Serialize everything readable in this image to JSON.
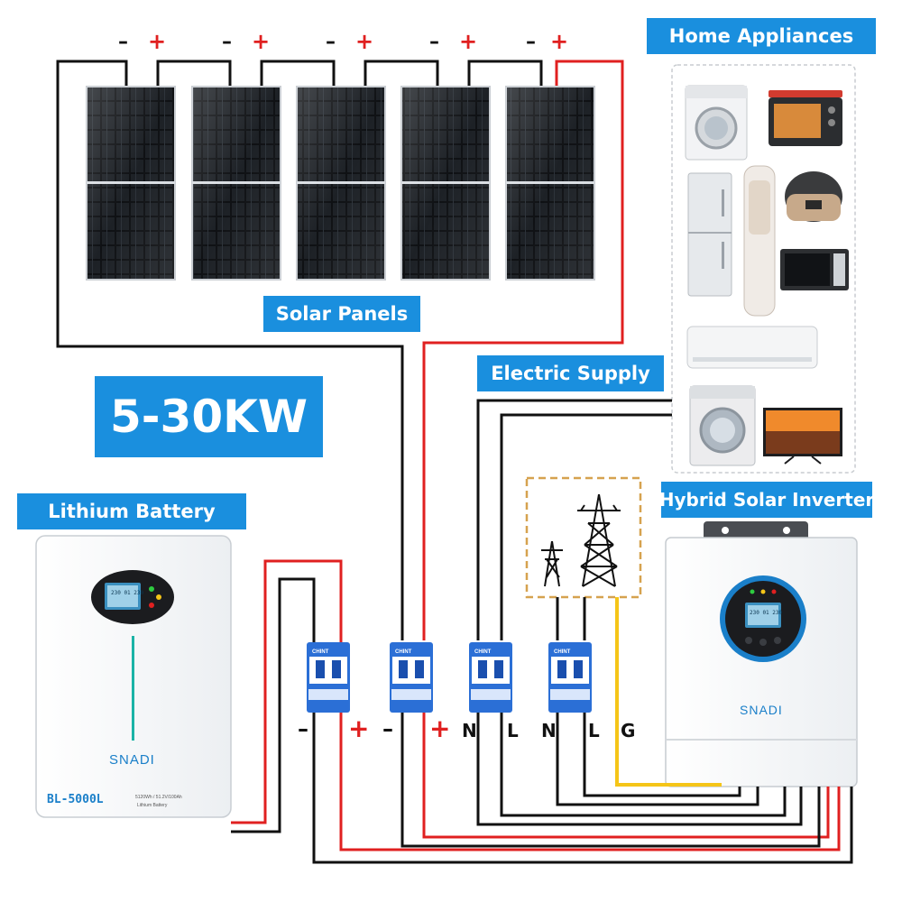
{
  "labels": {
    "solar_panels": "Solar Panels",
    "home_appliances": "Home Appliances",
    "electric_supply": "Electric Supply",
    "power_range": "5-30KW",
    "lithium_battery": "Lithium Battery",
    "hybrid_inverter": "Hybrid Solar Inverter"
  },
  "panel_terminals": {
    "minus": "–",
    "plus": "+"
  },
  "breaker_terminals": {
    "battery_minus": "–",
    "battery_plus": "+",
    "pv_minus": "–",
    "pv_plus": "+",
    "ac_in_n": "N",
    "ac_in_l": "L",
    "ac_out_n": "N",
    "ac_out_l": "L",
    "ground": "G"
  },
  "battery": {
    "brand": "SNADI",
    "model": "BL-5000L",
    "lcd": "230 01 230",
    "spec": "5120Wh / 51.2V/100Ah",
    "type": "Lithium Battery"
  },
  "inverter": {
    "brand": "SNADI",
    "lcd": "230 01 230"
  },
  "breaker_brand": "CHINT",
  "colors": {
    "accent_blue": "#1a8fde",
    "wire_red": "#e02020",
    "wire_black": "#111111",
    "wire_ground": "#f5c518",
    "teal_line": "#1bb3a6"
  },
  "appliance_icons": [
    "washing-machine-icon",
    "toaster-oven-icon",
    "refrigerator-icon",
    "tower-air-conditioner-icon",
    "rice-cooker-icon",
    "microwave-icon",
    "wall-air-conditioner-icon",
    "front-load-washer-icon",
    "television-icon"
  ]
}
